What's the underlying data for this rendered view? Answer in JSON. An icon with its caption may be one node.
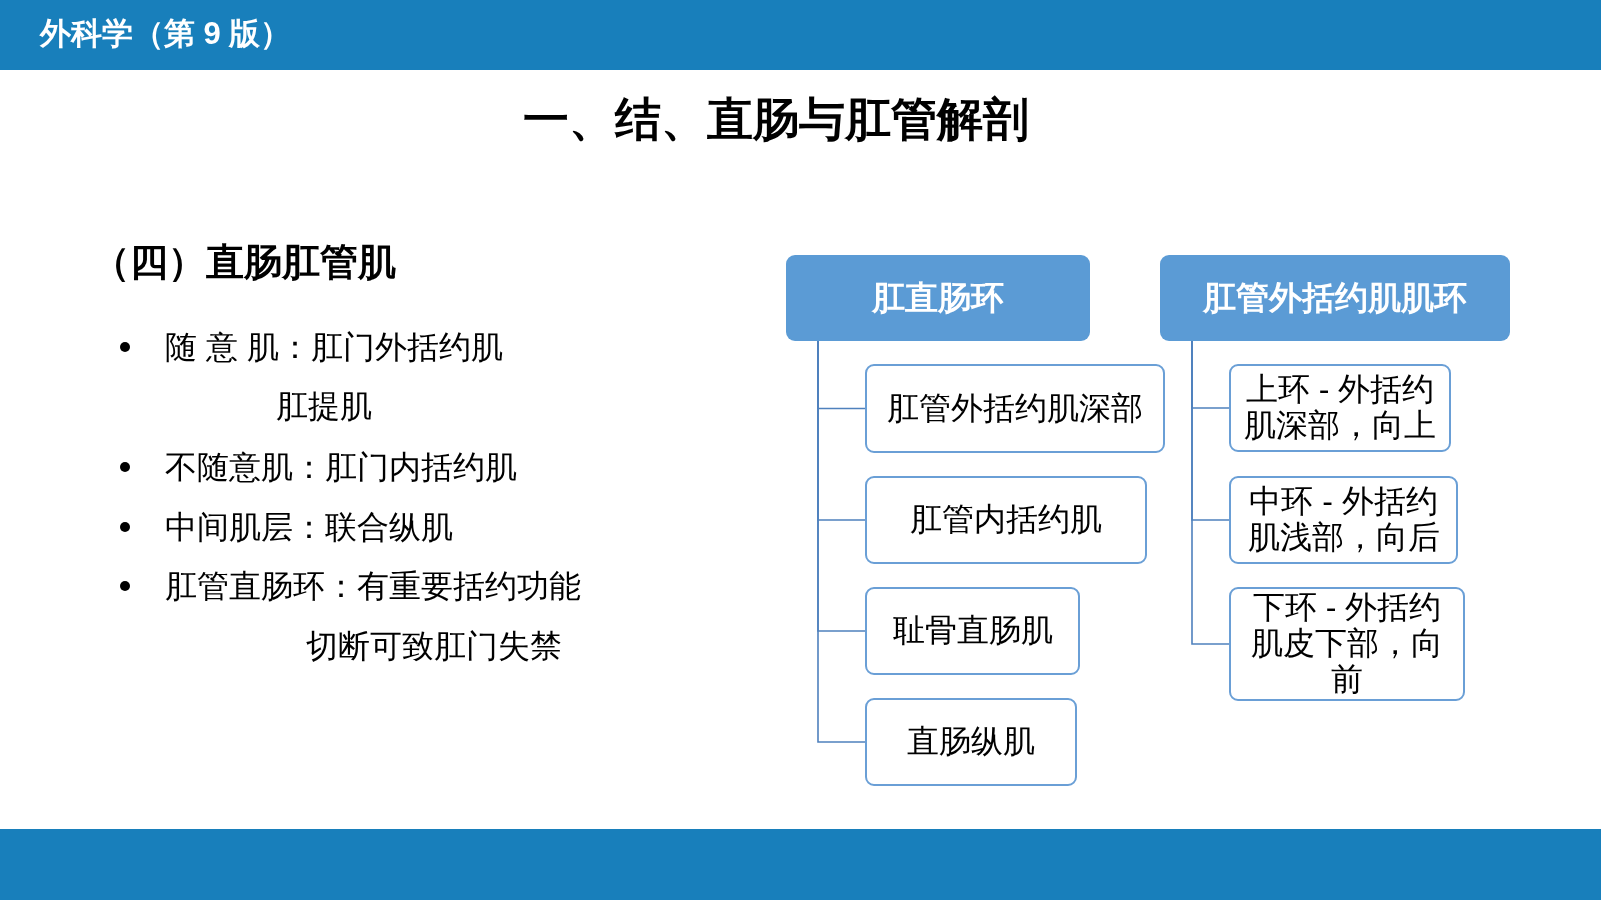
{
  "diagram": {
    "title": "一、结、直肠与肛管解剖",
    "nodes": [
      {
        "text": [
          "肛直肠环"
        ]
      },
      {
        "text": [
          "肛管外括约肌深部"
        ]
      },
      {
        "text": [
          "肛管内括约肌"
        ]
      },
      {
        "text": [
          "耻骨直肠肌"
        ]
      },
      {
        "text": [
          "直肠纵肌"
        ]
      },
      {
        "text": [
          "肛管外括约肌肌环"
        ]
      },
      {
        "text": [
          "上环 - 外括约肌深部，向上"
        ]
      },
      {
        "text": [
          "中环 - 外括约肌浅部，向后"
        ]
      },
      {
        "text": [
          "下环 - 外括约肌皮下部，向前"
        ]
      }
    ],
    "edges": [
      {
        "from": 0,
        "to": 1,
        "arrow": "none"
      },
      {
        "from": 0,
        "to": 2,
        "arrow": "none"
      },
      {
        "from": 0,
        "to": 3,
        "arrow": "none"
      },
      {
        "from": 0,
        "to": 4,
        "arrow": "none"
      },
      {
        "from": 5,
        "to": 6,
        "arrow": "none"
      },
      {
        "from": 5,
        "to": 7,
        "arrow": "none"
      },
      {
        "from": 5,
        "to": 8,
        "arrow": "none"
      }
    ],
    "labels": [
      "外科学（第 9 版）",
      "（四）直肠肛管肌",
      "随 意 肌：肛门外括约肌",
      "肛提肌",
      "不随意肌：肛门内括约肌",
      "中间肌层：联合纵肌",
      "肛管直肠环：有重要括约功能",
      "切断可致肛门失禁"
    ]
  }
}
